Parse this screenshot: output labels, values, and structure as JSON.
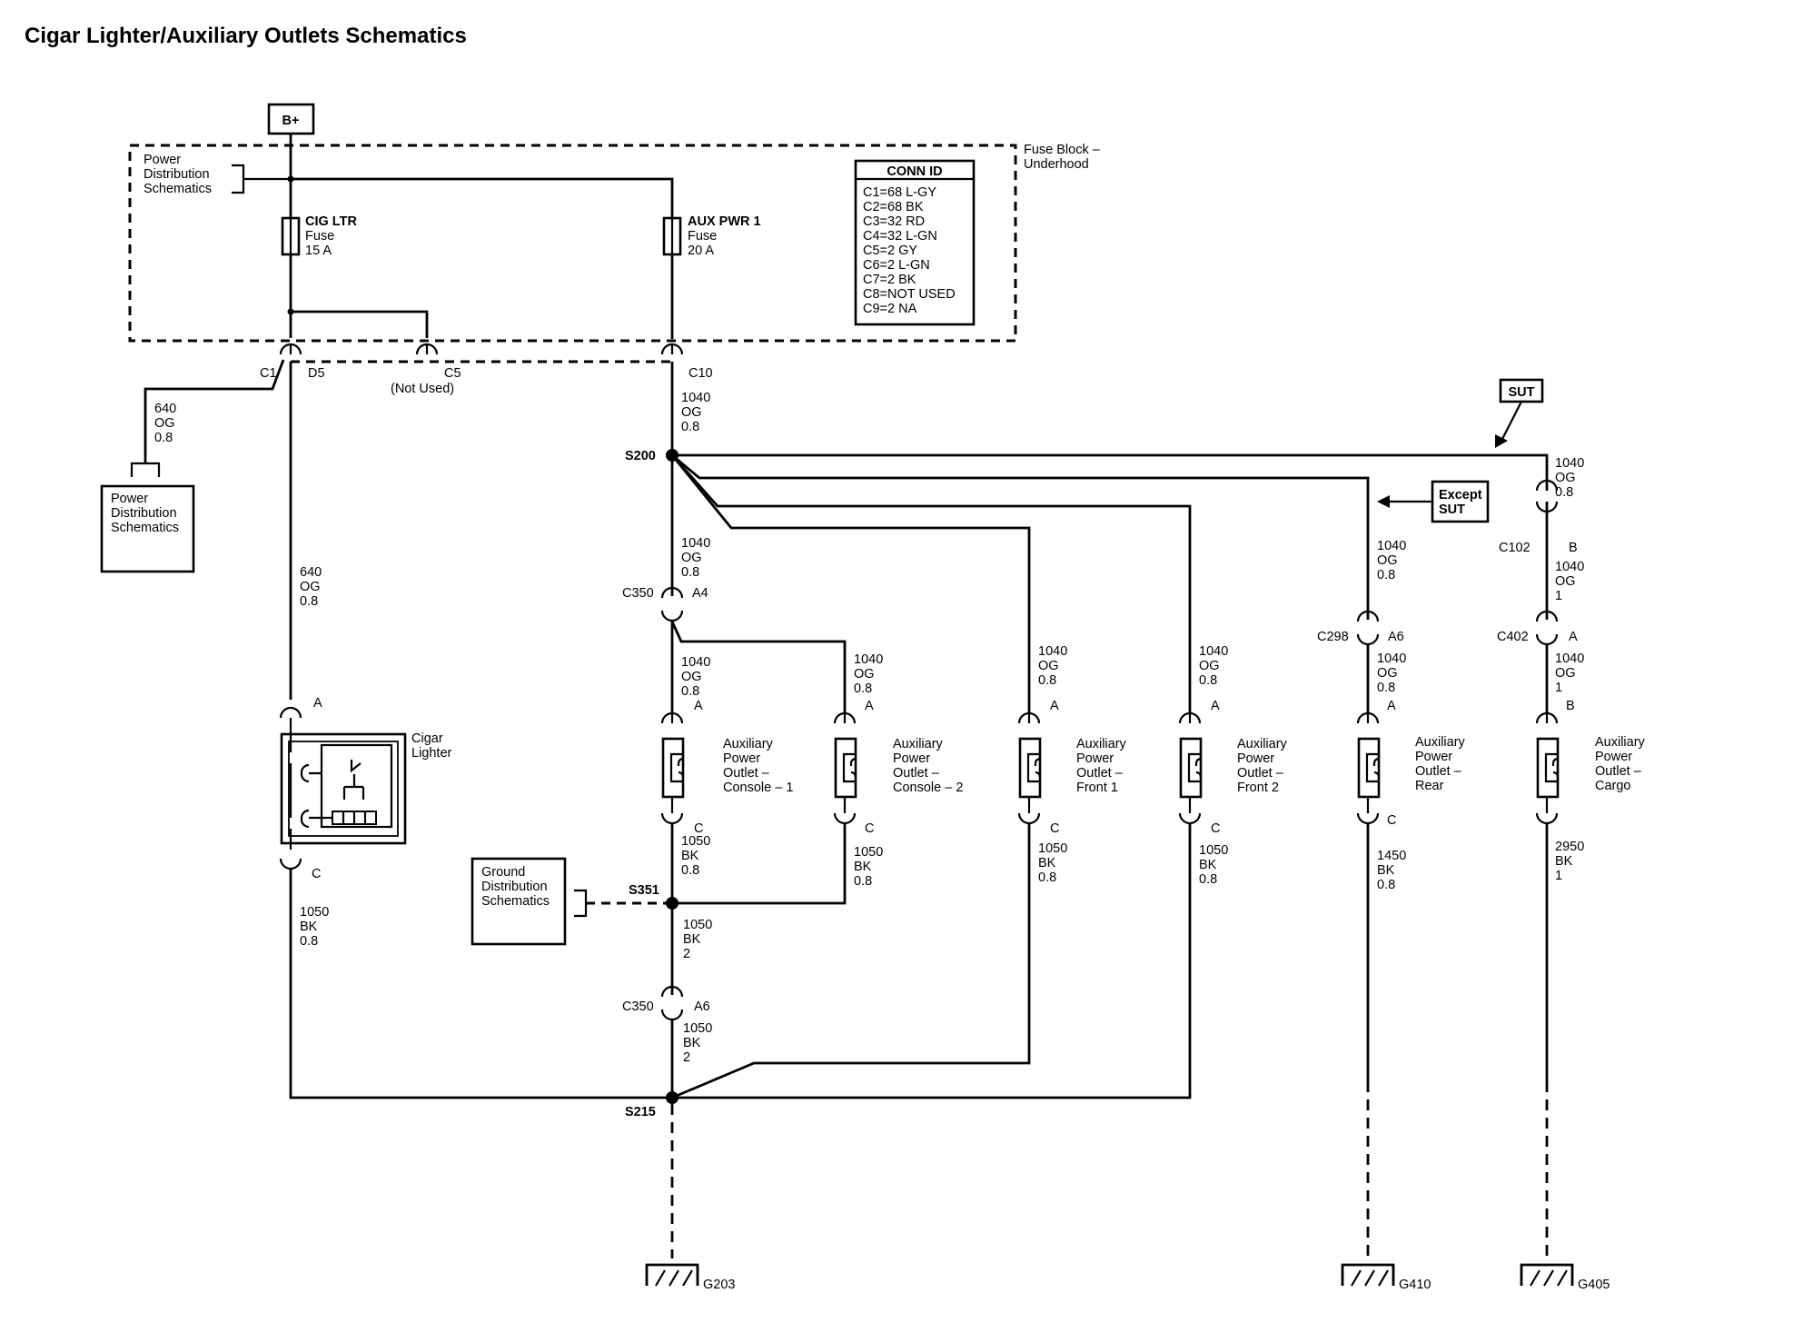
{
  "title": "Cigar Lighter/Auxiliary Outlets Schematics",
  "b_plus": "B+",
  "fuse_block": {
    "line1": "Fuse Block –",
    "line2": "Underhood"
  },
  "pds_top": [
    "Power",
    "Distribution",
    "Schematics"
  ],
  "pds_left": [
    "Power",
    "Distribution",
    "Schematics"
  ],
  "ground_box": [
    "Ground",
    "Distribution",
    "Schematics"
  ],
  "fuses": {
    "cig": [
      "CIG LTR",
      "Fuse",
      "15 A"
    ],
    "aux": [
      "AUX PWR 1",
      "Fuse",
      "20 A"
    ]
  },
  "conn_id": {
    "header": "CONN ID",
    "rows": [
      "C1=68 L-GY",
      "C2=68 BK",
      "C3=32 RD",
      "C4=32 L-GN",
      "C5=2 GY",
      "C6=2 L-GN",
      "C7=2 BK",
      "C8=NOT USED",
      "C9=2 NA"
    ]
  },
  "connectors": {
    "c1": "C1",
    "d5": "D5",
    "c5": "C5",
    "not_used": "(Not Used)",
    "c10": "C10",
    "c350a": "C350",
    "a4": "A4",
    "c350b": "C350",
    "a6": "A6",
    "c298": "C298",
    "a6b": "A6",
    "c102": "C102",
    "b": "B",
    "c402": "C402",
    "a": "A",
    "pin_a": "A",
    "pin_c": "C",
    "pin_b": "B"
  },
  "splices": {
    "s200": "S200",
    "s351": "S351",
    "s215": "S215"
  },
  "grounds": {
    "g203": "G203",
    "g410": "G410",
    "g405": "G405"
  },
  "sut": "SUT",
  "except_sut": [
    "Except",
    "SUT"
  ],
  "wires": {
    "w640_og_08": [
      "640",
      "OG",
      "0.8"
    ],
    "w1040_og_08": [
      "1040",
      "OG",
      "0.8"
    ],
    "w1040_og_1": [
      "1040",
      "OG",
      "1"
    ],
    "w1050_bk_08": [
      "1050",
      "BK",
      "0.8"
    ],
    "w1050_bk_2": [
      "1050",
      "BK",
      "2"
    ],
    "w1450_bk_08": [
      "1450",
      "BK",
      "0.8"
    ],
    "w2950_bk_1": [
      "2950",
      "BK",
      "1"
    ]
  },
  "components": {
    "cigar": [
      "Cigar",
      "Lighter"
    ],
    "console1": [
      "Auxiliary",
      "Power",
      "Outlet –",
      "Console – 1"
    ],
    "console2": [
      "Auxiliary",
      "Power",
      "Outlet –",
      "Console – 2"
    ],
    "front1": [
      "Auxiliary",
      "Power",
      "Outlet –",
      "Front 1"
    ],
    "front2": [
      "Auxiliary",
      "Power",
      "Outlet –",
      "Front 2"
    ],
    "rear": [
      "Auxiliary",
      "Power",
      "Outlet –",
      "Rear"
    ],
    "cargo": [
      "Auxiliary",
      "Power",
      "Outlet –",
      "Cargo"
    ]
  }
}
